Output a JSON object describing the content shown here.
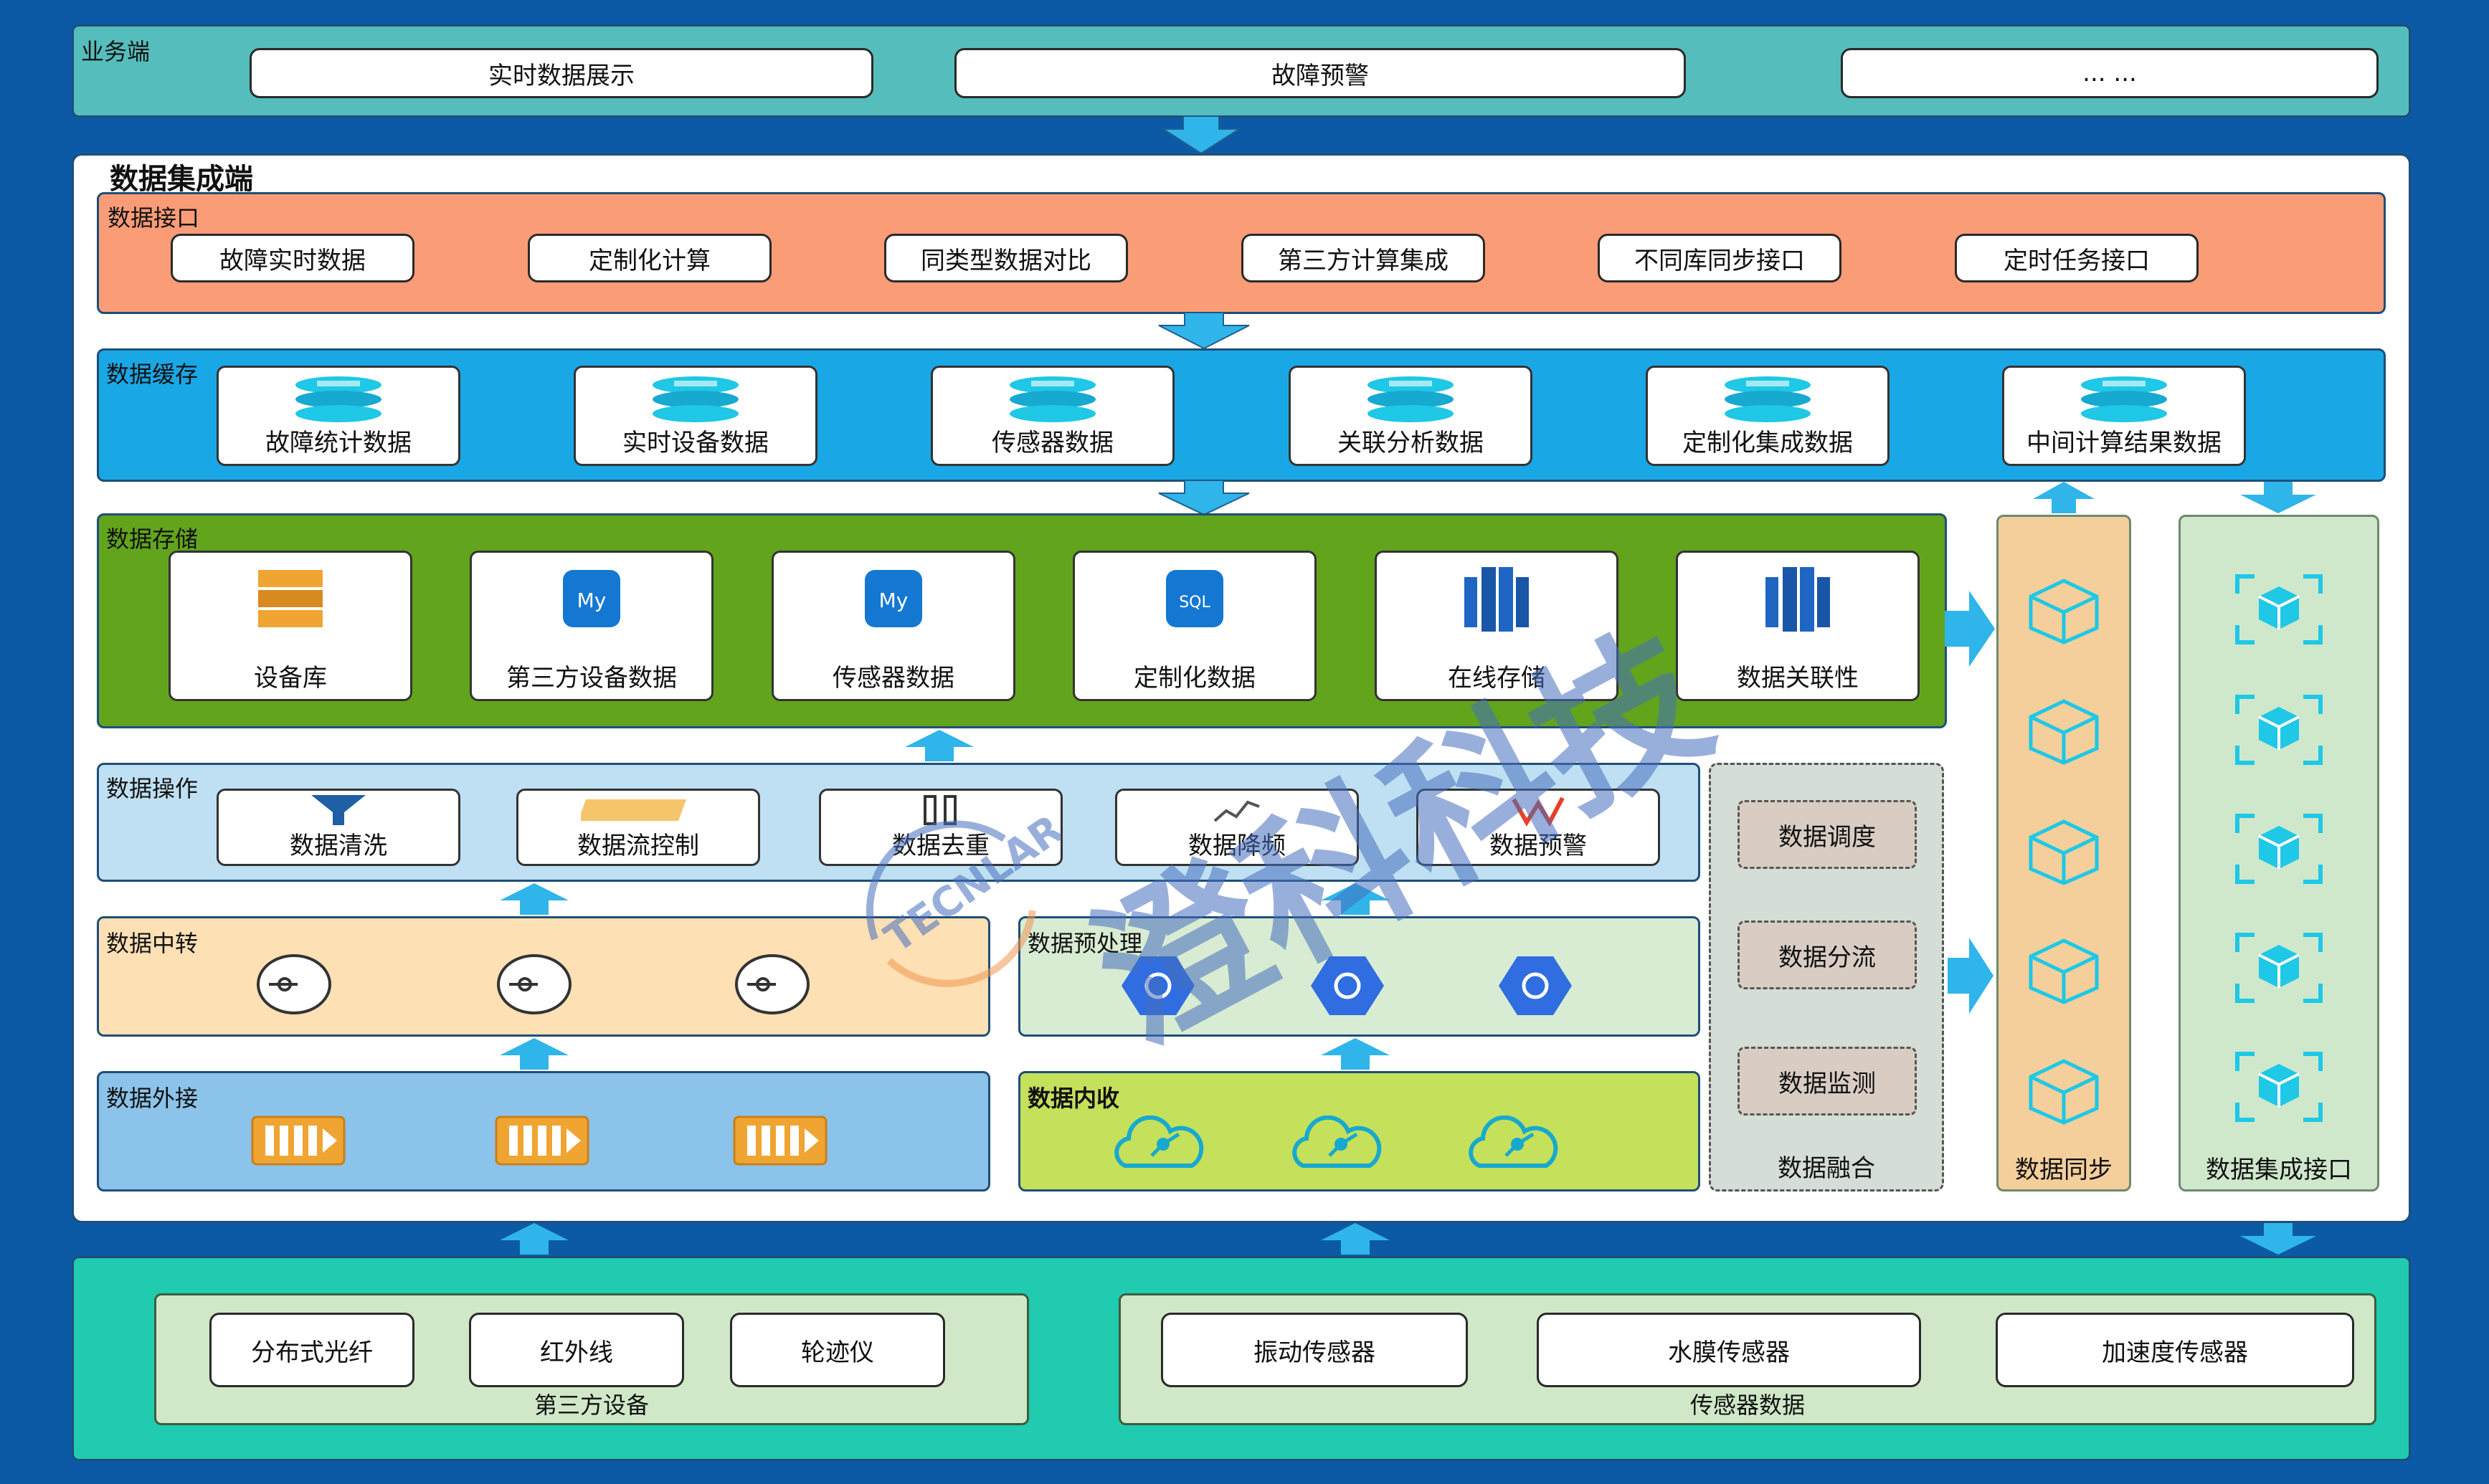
{
  "business": {
    "title": "业务端",
    "items": [
      "实时数据展示",
      "故障预警",
      "... ..."
    ]
  },
  "integration": {
    "title": "数据集成端"
  },
  "interface": {
    "title": "数据接口",
    "items": [
      "故障实时数据",
      "定制化计算",
      "同类型数据对比",
      "第三方计算集成",
      "不同库同步接口",
      "定时任务接口"
    ]
  },
  "cache": {
    "title": "数据缓存",
    "items": [
      "故障统计数据",
      "实时设备数据",
      "传感器数据",
      "关联分析数据",
      "定制化集成数据",
      "中间计算结果数据"
    ]
  },
  "storage": {
    "title": "数据存储",
    "items": [
      "设备库",
      "第三方设备数据",
      "传感器数据",
      "定制化数据",
      "在线存储",
      "数据关联性"
    ],
    "sql_label": "SQL"
  },
  "operation": {
    "title": "数据操作",
    "items": [
      "数据清洗",
      "数据流控制",
      "数据去重",
      "数据降频",
      "数据预警"
    ]
  },
  "relay": {
    "title": "数据中转"
  },
  "preprocess": {
    "title": "数据预处理"
  },
  "external": {
    "title": "数据外接"
  },
  "internal": {
    "title": "数据内收"
  },
  "fusion": {
    "title": "数据融合",
    "items": [
      "数据调度",
      "数据分流",
      "数据监测"
    ]
  },
  "sync": {
    "title": "数据同步"
  },
  "integration_api": {
    "title": "数据集成接口"
  },
  "third_party": {
    "title": "第三方设备",
    "items": [
      "分布式光纤",
      "红外线",
      "轮迹仪"
    ]
  },
  "sensor": {
    "title": "传感器数据",
    "items": [
      "振动传感器",
      "水膜传感器",
      "加速度传感器"
    ]
  },
  "watermark": {
    "text": "澄科科技",
    "logo": "TECNLAR"
  },
  "colors": {
    "background": "#0c5aa6",
    "business": "#56bdbd",
    "interface": "#fa9d77",
    "cache": "#1aa7e6",
    "storage": "#62a41c",
    "operation": "#bfe0f2",
    "relay": "#fde0b4",
    "preprocess": "#d7ecd2",
    "external": "#8cc3ea",
    "internal": "#c5e05a",
    "sync": "#f4cf9c",
    "integration_api": "#cfe8cc",
    "bottom": "#20cbb0",
    "arrow": "#2fb5ea"
  }
}
